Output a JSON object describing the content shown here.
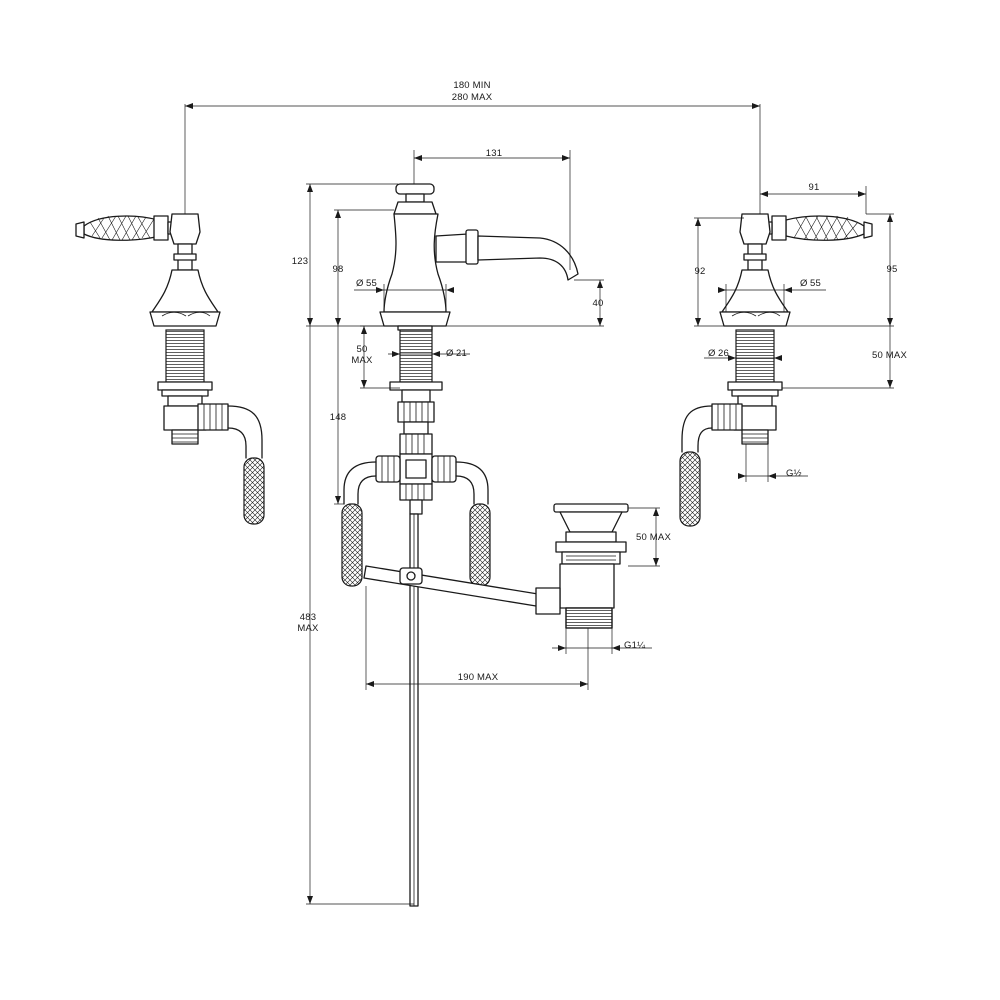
{
  "dimensions": {
    "span_min": "180 MIN",
    "span_max": "280 MAX",
    "spout_reach": "131",
    "handle_offset": "91",
    "total_height": "123",
    "spout_height": "98",
    "spout_dia": "55",
    "outlet_height": "40",
    "body_dia_right": "55",
    "valve_height_right": "92",
    "handle_height_right": "95",
    "shank_max": "50",
    "shank_max_unit": "MAX",
    "shank_dia": "21",
    "shank_dia_right": "26",
    "shank_max_right": "50 MAX",
    "thread_right": "G½",
    "drop_148": "148",
    "waste_height": "50 MAX",
    "waste_thread": "G1¼",
    "rod_reach": "190 MAX",
    "rod_length": "483",
    "rod_length_unit": "MAX",
    "diameter_symbol": "Ø"
  }
}
